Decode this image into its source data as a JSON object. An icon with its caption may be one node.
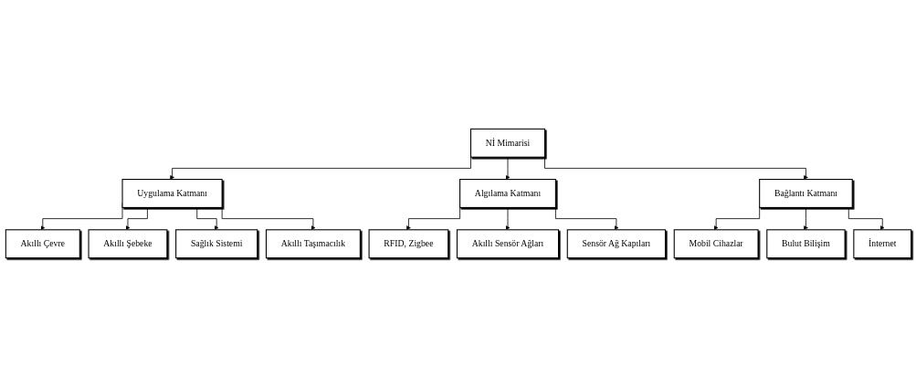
{
  "diagram": {
    "nodes": [
      {
        "text": [
          "Nİ Mimarisi"
        ]
      },
      {
        "text": [
          "Uygulama Katmanı"
        ]
      },
      {
        "text": [
          "Akıllı Çevre"
        ]
      },
      {
        "text": [
          "Akıllı Şebeke"
        ]
      },
      {
        "text": [
          "Sağlık Sistemi"
        ]
      },
      {
        "text": [
          "Akıllı Taşımacılık"
        ]
      },
      {
        "text": [
          "Algılama Katmanı"
        ]
      },
      {
        "text": [
          "RFID, Zigbee"
        ]
      },
      {
        "text": [
          "Akıllı Sensör Ağları"
        ]
      },
      {
        "text": [
          "Sensör Ağ Kapıları"
        ]
      },
      {
        "text": [
          "Bağlantı Katmanı"
        ]
      },
      {
        "text": [
          "Mobil Cihazlar"
        ]
      },
      {
        "text": [
          "Bulut Bilişim"
        ]
      },
      {
        "text": [
          "İnternet"
        ]
      }
    ],
    "edges": [
      {
        "from": 0,
        "to": 1,
        "arrow": "to"
      },
      {
        "from": 0,
        "to": 6,
        "arrow": "to"
      },
      {
        "from": 0,
        "to": 10,
        "arrow": "to"
      },
      {
        "from": 1,
        "to": 2,
        "arrow": "to"
      },
      {
        "from": 1,
        "to": 3,
        "arrow": "to"
      },
      {
        "from": 1,
        "to": 4,
        "arrow": "to"
      },
      {
        "from": 1,
        "to": 5,
        "arrow": "to"
      },
      {
        "from": 6,
        "to": 7,
        "arrow": "to"
      },
      {
        "from": 6,
        "to": 8,
        "arrow": "to"
      },
      {
        "from": 6,
        "to": 9,
        "arrow": "to"
      },
      {
        "from": 10,
        "to": 11,
        "arrow": "to"
      },
      {
        "from": 10,
        "to": 12,
        "arrow": "to"
      },
      {
        "from": 10,
        "to": 13,
        "arrow": "to"
      }
    ]
  }
}
